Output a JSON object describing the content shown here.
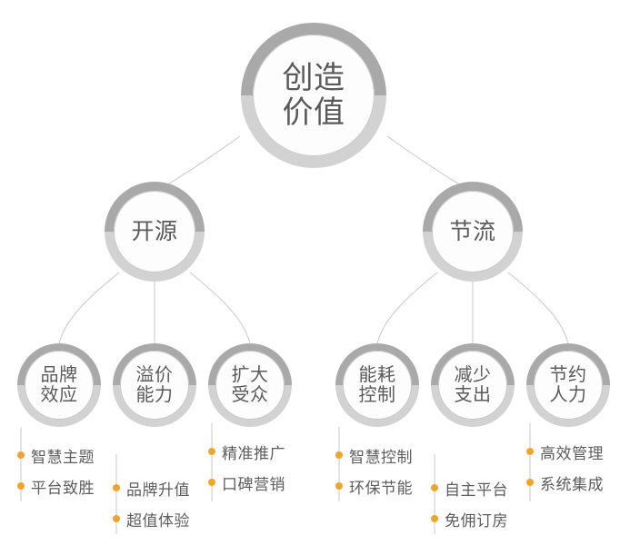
{
  "diagram": {
    "type": "hierarchy-tree",
    "colors": {
      "ring_top": "#a9a9a9",
      "ring_bottom": "#d2d2d2",
      "disc": "#fdfdfd",
      "text": "#5a5a5a",
      "bullet_dot": "#eda430",
      "connector_line": "#c9c9c9",
      "background": "#ffffff"
    },
    "root": {
      "label_lines": [
        "创造",
        "价值"
      ],
      "label": "创造价值"
    },
    "branches": [
      {
        "label": "开源",
        "children": [
          {
            "label_lines": [
              "品牌",
              "效应"
            ],
            "label": "品牌效应",
            "bullets": [
              "智慧主题",
              "平台致胜"
            ]
          },
          {
            "label_lines": [
              "溢价",
              "能力"
            ],
            "label": "溢价能力",
            "bullets": [
              "品牌升值",
              "超值体验"
            ]
          },
          {
            "label_lines": [
              "扩大",
              "受众"
            ],
            "label": "扩大受众",
            "bullets": [
              "精准推广",
              "口碑营销"
            ]
          }
        ]
      },
      {
        "label": "节流",
        "children": [
          {
            "label_lines": [
              "能耗",
              "控制"
            ],
            "label": "能耗控制",
            "bullets": [
              "智慧控制",
              "环保节能"
            ]
          },
          {
            "label_lines": [
              "减少",
              "支出"
            ],
            "label": "减少支出",
            "bullets": [
              "自主平台",
              "免佣订房"
            ]
          },
          {
            "label_lines": [
              "节约",
              "人力"
            ],
            "label": "节约人力",
            "bullets": [
              "高效管理",
              "系统集成"
            ]
          }
        ]
      }
    ]
  }
}
